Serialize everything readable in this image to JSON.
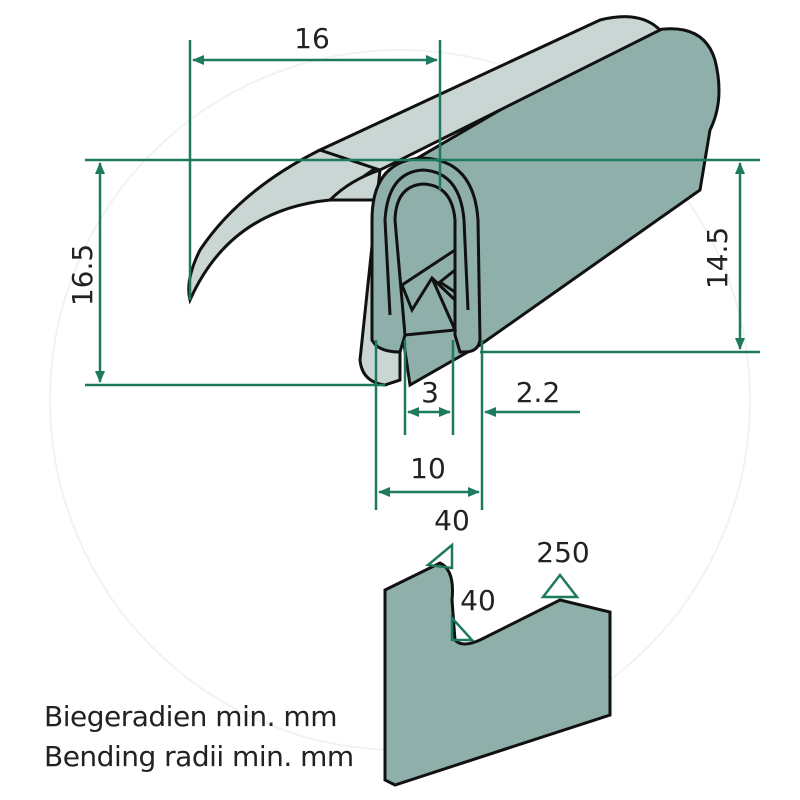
{
  "colors": {
    "dimension": "#1e7a5f",
    "fill": "#8fb0aa",
    "fill_light": "#c9d6d3",
    "outline": "#111111"
  },
  "dimensions": {
    "width_top": "16",
    "height_left": "16.5",
    "height_right": "14.5",
    "gap": "3",
    "thickness": "2.2",
    "opening": "10"
  },
  "bending": {
    "radius_top": "40",
    "radius_inner": "40",
    "radius_right": "250"
  },
  "legend": {
    "line_de": "Biegeradien min. mm",
    "line_en": "Bending radii min. mm"
  }
}
